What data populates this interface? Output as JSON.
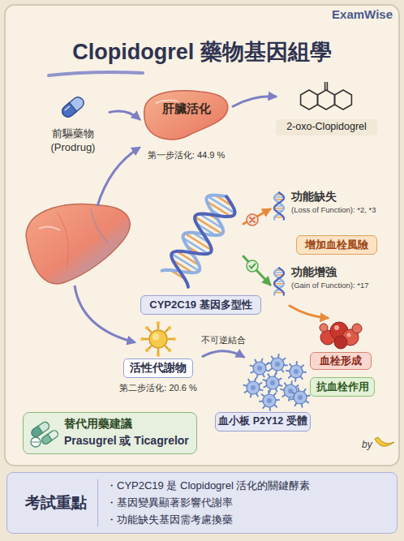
{
  "diagram": {
    "title": "Clopidogrel 藥物基因組學",
    "nodes": [
      {
        "text": [
          "前驅藥物 (Prodrug)"
        ]
      },
      {
        "text": [
          "肝臟活化",
          "第一步活化: 44.9 %"
        ]
      },
      {
        "text": [
          "2-oxo-Clopidogrel"
        ]
      },
      {
        "text": [
          "CYP2C19 基因多型性"
        ]
      },
      {
        "text": [
          "功能缺失",
          "(Loss of Function): *2, *3"
        ]
      },
      {
        "text": [
          "增加血栓風險"
        ]
      },
      {
        "text": [
          "功能增強",
          "(Gain of Function): *17"
        ]
      },
      {
        "text": [
          "血栓形成"
        ]
      },
      {
        "text": [
          "活性代謝物",
          "第二步活化: 20.6 %"
        ]
      },
      {
        "text": [
          "血小板 P2Y12 受體"
        ]
      },
      {
        "text": [
          "抗血栓作用"
        ]
      },
      {
        "text": [
          "替代用藥建議",
          "Prasugrel 或 Ticagrelor"
        ]
      },
      {
        "text": [
          "・CYP2C19 是 Clopidogrel 活化的關鍵酵素",
          "・基因變異顯著影響代謝率",
          "・功能缺失基因需考慮換藥"
        ]
      },
      {
        "text": [
          "考試重點"
        ],
        "in": 12
      }
    ],
    "edges": [
      {
        "from": 0,
        "to": 1,
        "arrow": "to"
      },
      {
        "from": 1,
        "to": 2,
        "arrow": "to"
      },
      {
        "from": 3,
        "to": 4,
        "arrow": "to"
      },
      {
        "from": 3,
        "to": 6,
        "arrow": "to"
      },
      {
        "from": 6,
        "to": 7,
        "arrow": "to"
      },
      {
        "from": 8,
        "to": 9,
        "label": "不可逆結合",
        "arrow": "to"
      }
    ],
    "labels": [
      "ExamWise",
      "by"
    ]
  }
}
